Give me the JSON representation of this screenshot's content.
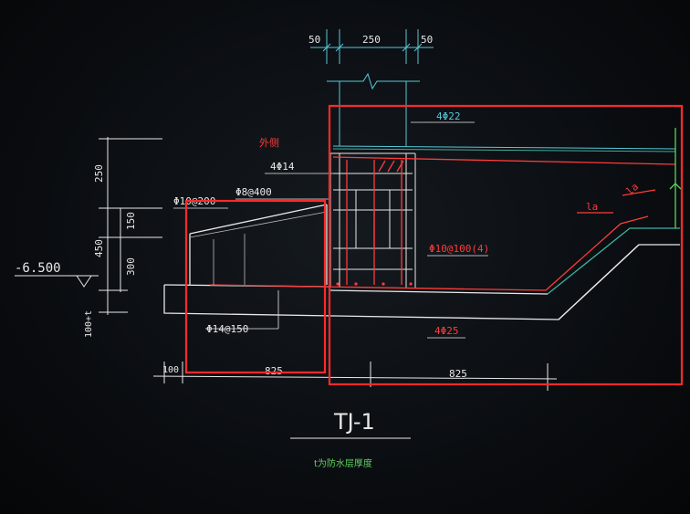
{
  "drawing": {
    "title": "TJ-1",
    "subtitle": "t为防水层厚度",
    "side_label": "外侧"
  },
  "dimensions": {
    "top": [
      "50",
      "250",
      "50"
    ],
    "vertical": [
      "250",
      "450",
      "150",
      "300",
      "100+t"
    ],
    "bottom": [
      "100",
      "825",
      "825"
    ]
  },
  "elevation": "-6.500",
  "rebar_labels": {
    "top_bars": "4Φ22",
    "side_bars": "4Φ14",
    "stirrup_outer": "Φ8@400",
    "cap_bars": "Φ10@200",
    "stirrup_main": "Φ10@100(4)",
    "bottom_dist": "Φ14@150",
    "bottom_bars": "4Φ25",
    "anchor_1": "la",
    "anchor_2": "la"
  },
  "colors": {
    "line": "#e8e8e8",
    "rebar": "#ff3b3b",
    "accent": "#58c8d8",
    "highlight": "#ff2a2a"
  }
}
